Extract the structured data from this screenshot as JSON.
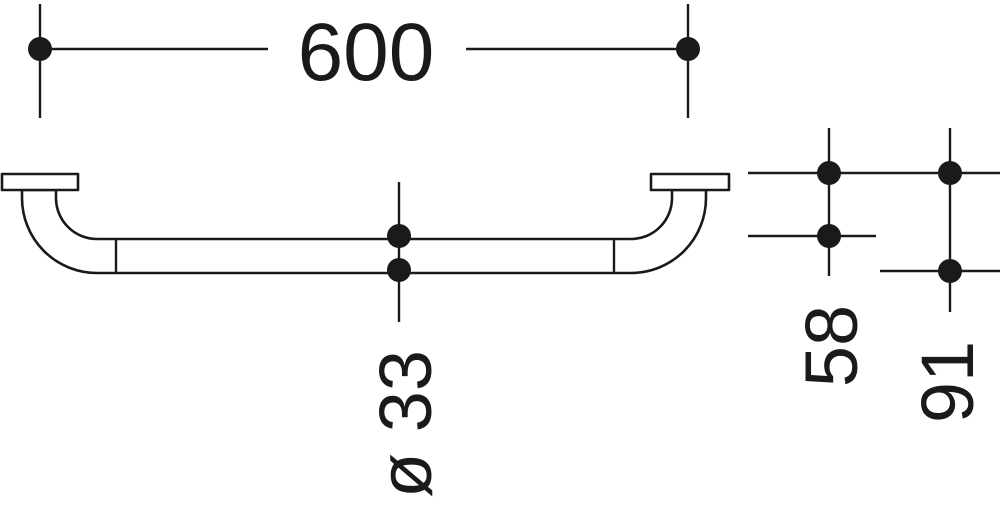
{
  "drawing": {
    "stroke_color": "#1a1a1a",
    "background_color": "#ffffff"
  },
  "dimensions": {
    "length": "600",
    "diameter": "ø 33",
    "depth_flange_to_center": "58",
    "depth_total": "91"
  }
}
